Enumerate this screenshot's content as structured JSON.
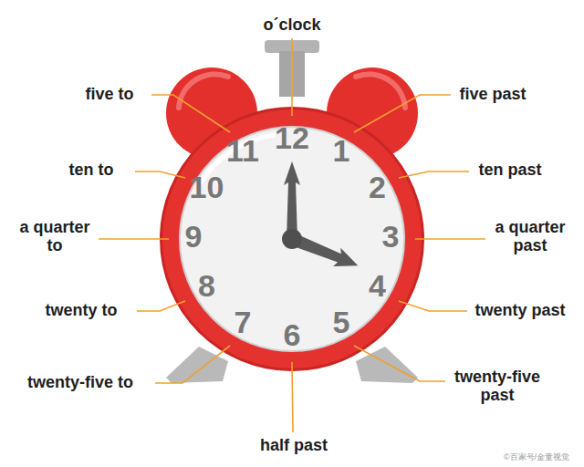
{
  "diagram": {
    "labels": [
      "o´clock",
      "five to",
      "five past",
      "12",
      "11",
      "1",
      "ten to",
      "10",
      "2",
      "ten past",
      "a quarter to",
      "9",
      "3",
      "a quarter past",
      "twenty to",
      "8",
      "4",
      "twenty past",
      "7",
      "5",
      "twenty-five to",
      "twenty-five past",
      "6",
      "half past",
      "©百家号/金童视觉"
    ]
  }
}
